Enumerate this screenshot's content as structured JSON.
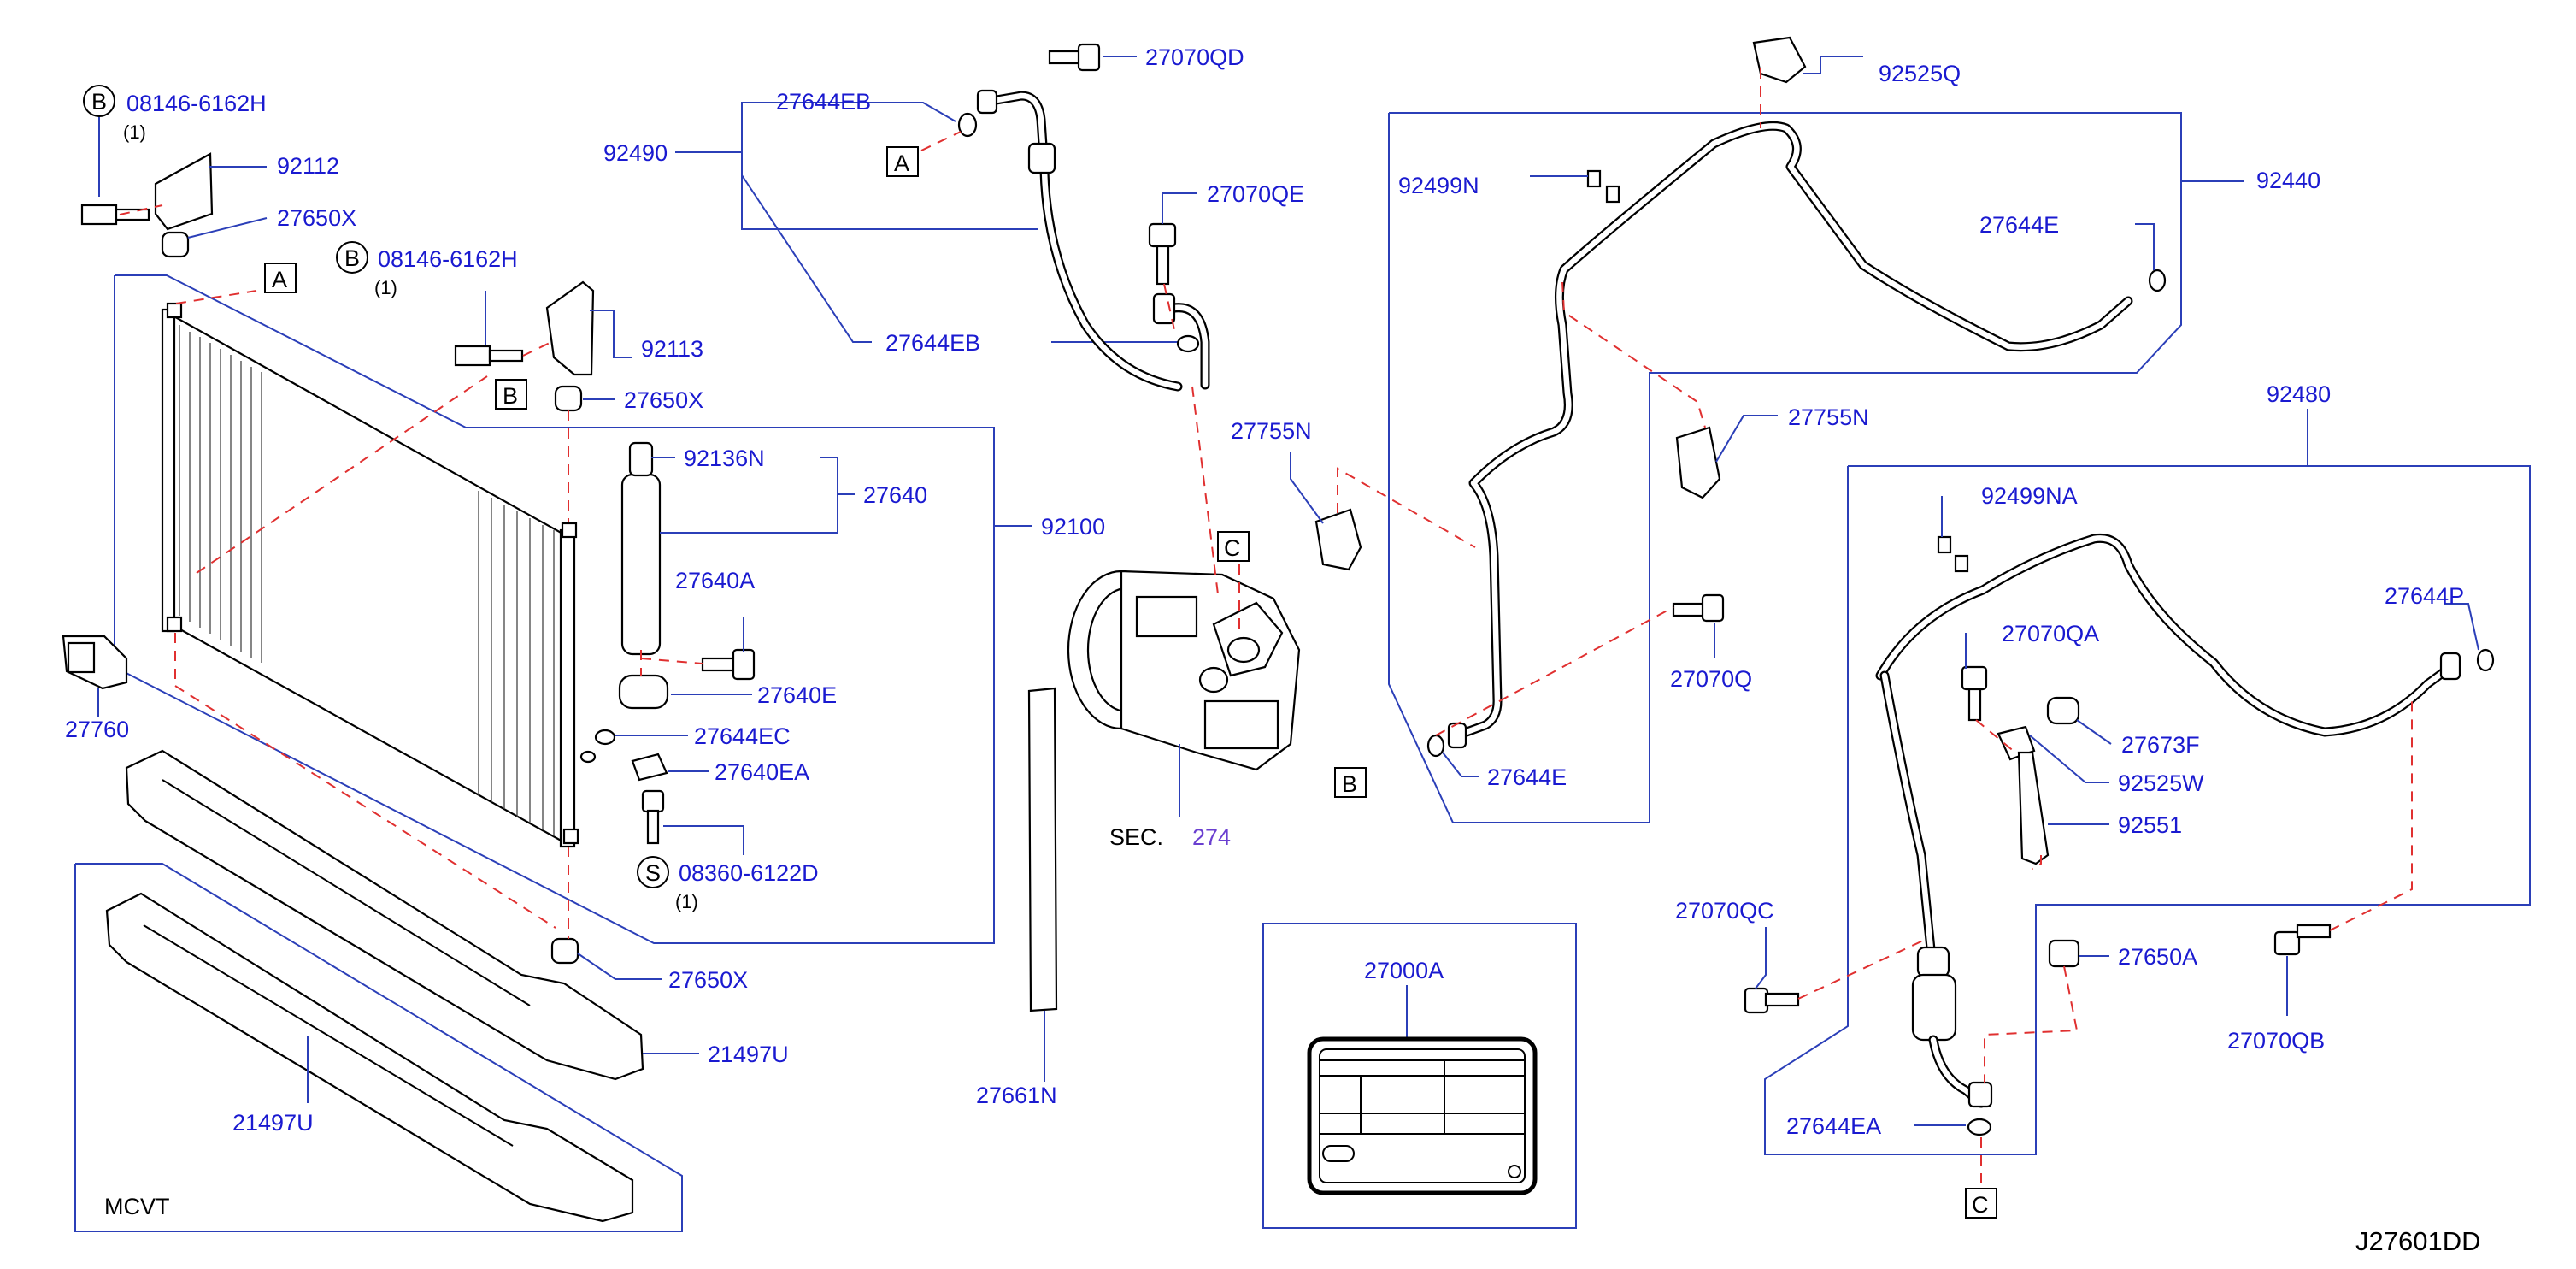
{
  "diagram_code": "J27601DD",
  "markers": {
    "a": "A",
    "b": "B",
    "c": "C",
    "s": "S"
  },
  "notes": {
    "qty_one": "(1)",
    "mcvt": "MCVT",
    "sec_prefix": "SEC.",
    "sec_ref": "274"
  },
  "part_labels": {
    "p08146_6162H_top": "08146-6162H",
    "p92112": "92112",
    "p27650X_top": "27650X",
    "p08146_6162H_mid": "08146-6162H",
    "p92113": "92113",
    "p27650X_mid": "27650X",
    "p92136N": "92136N",
    "p27640": "27640",
    "p92100": "92100",
    "p27640A": "27640A",
    "p27640E": "27640E",
    "p27644EC": "27644EC",
    "p27640EA": "27640EA",
    "p08360_6122D": "08360-6122D",
    "p27650X_bot": "27650X",
    "p21497U_right": "21497U",
    "p21497U_left": "21497U",
    "p27760": "27760",
    "p92490": "92490",
    "p27644EB_top": "27644EB",
    "p27070QD": "27070QD",
    "p27070QE": "27070QE",
    "p27644EB_bot": "27644EB",
    "p27755N_left": "27755N",
    "p27661N": "27661N",
    "p27000A": "27000A",
    "p92525Q": "92525Q",
    "p92440": "92440",
    "p92499N": "92499N",
    "p27644E_top": "27644E",
    "p27755N_right": "27755N",
    "p27070Q": "27070Q",
    "p27644E_bot": "27644E",
    "p92480": "92480",
    "p92499NA": "92499NA",
    "p27644P": "27644P",
    "p27070QA": "27070QA",
    "p27673F": "27673F",
    "p92525W": "92525W",
    "p92551": "92551",
    "p27070QC": "27070QC",
    "p27650A": "27650A",
    "p27070QB": "27070QB",
    "p27644EA": "27644EA"
  }
}
